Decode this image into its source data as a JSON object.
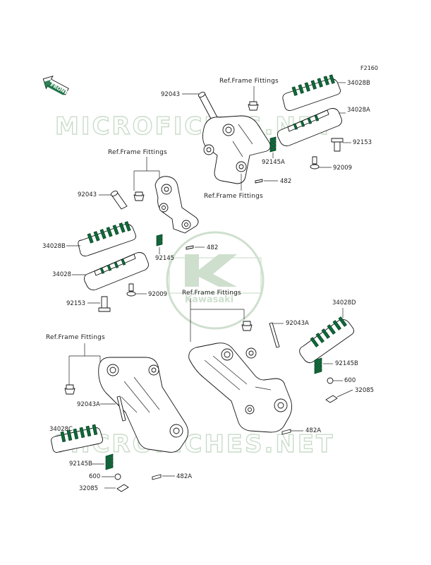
{
  "figure_code": "F2160",
  "front_label": "FRONT",
  "watermark": {
    "top": "MICROFICHES.NET",
    "bottom": "MICROFICHES.NET",
    "logo_text": "Kawasaki"
  },
  "refs": {
    "r1": "Ref.Frame Fittings",
    "r2": "Ref.Frame Fittings",
    "r3": "Ref.Frame Fittings",
    "r4": "Ref.Frame Fittings",
    "r5": "Ref.Frame Fittings"
  },
  "labels": {
    "a1": "92043",
    "a2": "34028B",
    "a3": "34028A",
    "a4": "92153",
    "a5": "92145A",
    "a6": "92009",
    "a7": "482",
    "b1": "92043",
    "b2": "34028B",
    "b3": "34028",
    "b4": "92145",
    "b5": "482",
    "b6": "92009",
    "b7": "92153",
    "c1": "92043A",
    "c2": "34028D",
    "c3": "92145B",
    "c4": "600",
    "c5": "32085",
    "c6": "482A",
    "d1": "92043A",
    "d2": "34028C",
    "d3": "92145B",
    "d4": "600",
    "d5": "32085",
    "d6": "482A"
  },
  "colors": {
    "part_green": "#0c6b38",
    "watermark": "#c9dcc9",
    "line": "#111111"
  }
}
